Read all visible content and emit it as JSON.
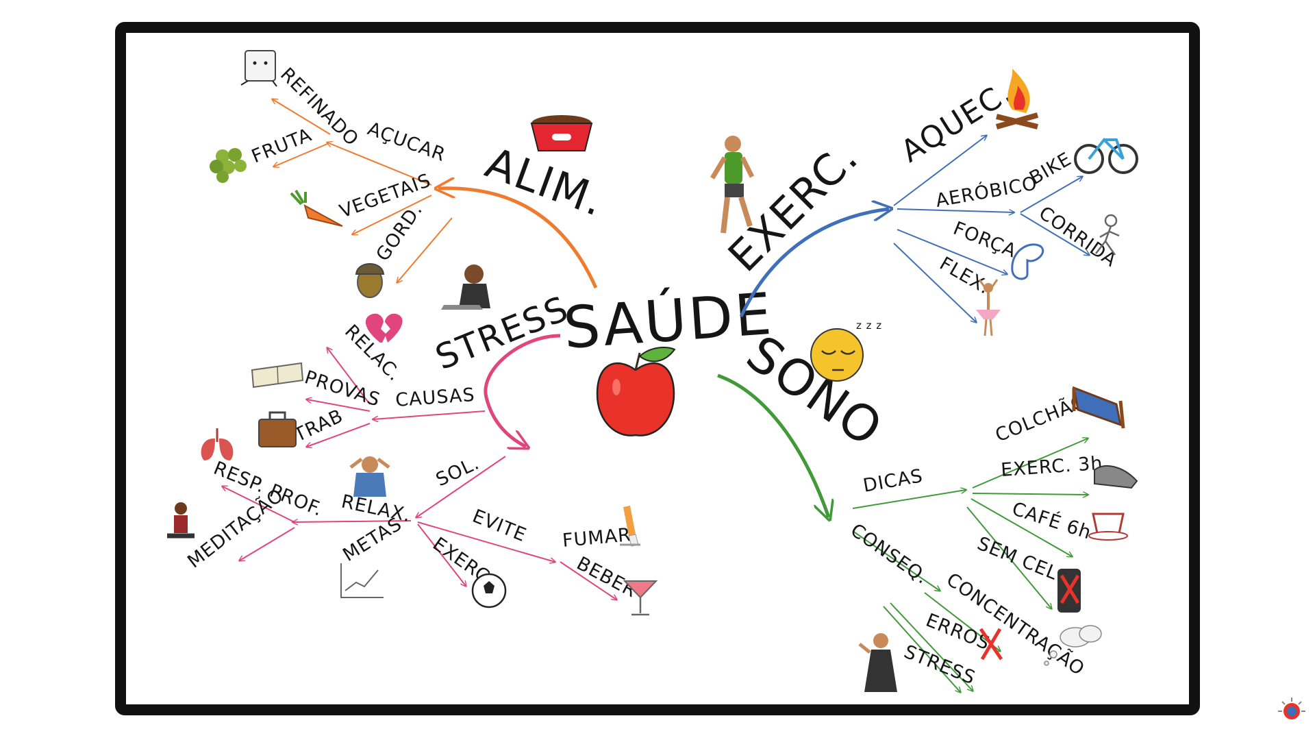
{
  "center": {
    "title": "SAÚDE",
    "icon": "apple-icon"
  },
  "colors": {
    "alim": "#f07a2e",
    "exerc": "#3f6fb8",
    "stress": "#e0457b",
    "sono": "#3f9a37",
    "frame": "#111111"
  },
  "alim": {
    "title": "ALIM.",
    "acucar": "AÇUCAR",
    "refinado": "REFINADO",
    "fruta": "FRUTA",
    "vegetais": "VEGETAIS",
    "gord": "GORD.",
    "icons": [
      "dog-bowl-icon",
      "sugar-cube-icon",
      "grapes-icon",
      "carrot-icon",
      "acorn-icon"
    ]
  },
  "exerc": {
    "title": "EXERC.",
    "aquec": "AQUEC.",
    "aerobico": "AERÓBICO",
    "bike": "BIKE",
    "corrida": "CORRIDA",
    "forca": "FORÇA",
    "flex": "FLEX.",
    "icons": [
      "runner-icon",
      "campfire-icon",
      "bicycle-icon",
      "stick-runner-icon",
      "flexed-arm-icon",
      "ballerina-icon"
    ]
  },
  "stress": {
    "title": "STRESS",
    "causas": "CAUSAS",
    "relac": "RELAC.",
    "provas": "PROVAS",
    "trab": "TRAB",
    "sol": "SOL.",
    "relax": "RELAX.",
    "resp_prof": "RESP. PROF.",
    "meditacao": "MEDITAÇÃO",
    "metas": "METAS",
    "exerc": "EXERC.",
    "evite": "EVITE",
    "fumar": "FUMAR",
    "beber": "BEBER",
    "icons": [
      "stressed-person-icon",
      "broken-heart-icon",
      "notebook-icon",
      "briefcase-icon",
      "lungs-icon",
      "relaxing-man-icon",
      "meditating-man-icon",
      "growth-chart-icon",
      "soccer-ball-icon",
      "cigarette-icon",
      "cocktail-icon"
    ]
  },
  "sono": {
    "title": "SONO",
    "dicas": "DICAS",
    "colchao": "COLCHÃO",
    "exerc_3h": "EXERC. 3h",
    "cafe_6h": "CAFÉ 6h",
    "sem_cel": "SEM CEL",
    "conseq": "CONSEQ.",
    "concentracao": "CONCENTRAÇÃO",
    "erros": "ERROS",
    "stress": "STRESS",
    "icons": [
      "sleeping-face-icon",
      "bed-icon",
      "sneakers-icon",
      "coffee-cup-icon",
      "crossed-phone-icon",
      "thought-cloud-icon",
      "red-x-icon",
      "frustrated-woman-icon"
    ]
  },
  "corner_logo": "lightbulb-logo-icon"
}
